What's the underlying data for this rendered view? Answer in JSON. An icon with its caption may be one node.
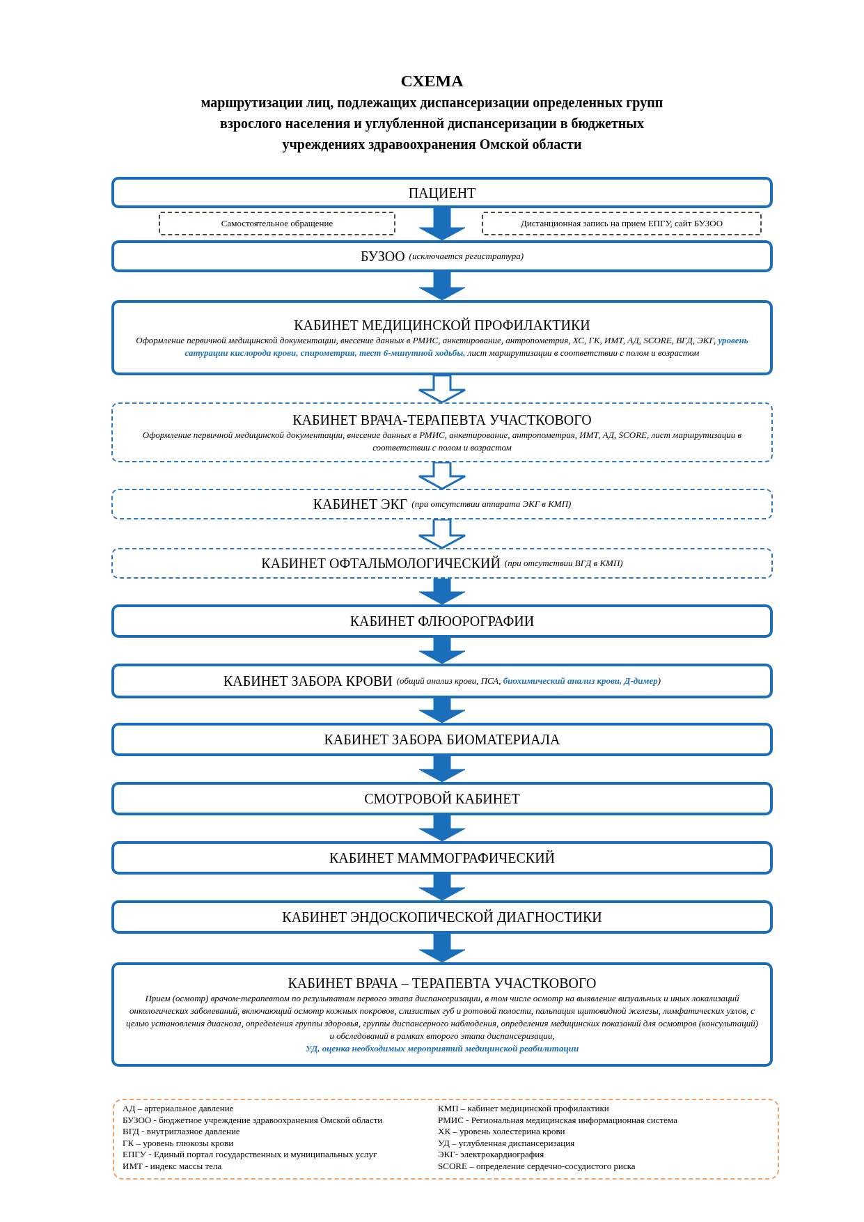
{
  "diagram": {
    "title": "СХЕМА",
    "labels": [
      "маршрутизации лиц, подлежащих диспансеризации определенных групп взрослого населения и углубленной диспансеризации в бюджетных учреждениях здравоохранения Омской области"
    ],
    "nodes": [
      {
        "text": [
          "ПАЦИЕНТ"
        ]
      },
      {
        "text": [
          "Самостоятельное обращение"
        ]
      },
      {
        "text": [
          "Дистанционная запись на прием ЕПГУ, сайт БУЗОО"
        ]
      },
      {
        "text": [
          "БУЗОО",
          "(исключается регистратура)"
        ]
      },
      {
        "text": [
          "КАБИНЕТ МЕДИЦИНСКОЙ ПРОФИЛАКТИКИ",
          "Оформление первичной медицинской документации, внесение данных в РМИС, анкетирование, антропометрия, ХС, ГК, ИМТ, АД, SCORE, ВГД, ЭКГ, **уровень сатурации кислорода крови, спирометрия, тест 6-минутной ходьбы,** лист маршрутизации в соответствии с полом и возрастом"
        ]
      },
      {
        "text": [
          "КАБИНЕТ ВРАЧА-ТЕРАПЕВТА УЧАСТКОВОГО",
          "Оформление первичной медицинской документации, внесение данных в РМИС, анкетирование, антропометрия, ИМТ, АД, SCORE, лист маршрутизации в соответствии с полом и возрастом"
        ]
      },
      {
        "text": [
          "КАБИНЕТ ЭКГ",
          "(при отсутствии аппарата ЭКГ в КМП)"
        ]
      },
      {
        "text": [
          "КАБИНЕТ ОФТАЛЬМОЛОГИЧЕСКИЙ",
          "(при отсутствии ВГД в КМП)"
        ]
      },
      {
        "text": [
          "КАБИНЕТ ФЛЮОРОГРАФИИ"
        ]
      },
      {
        "text": [
          "КАБИНЕТ ЗАБОРА КРОВИ",
          "(общий анализ крови, ПСА, **биохимический анализ крови, Д-димер**)"
        ]
      },
      {
        "text": [
          "КАБИНЕТ ЗАБОРА БИОМАТЕРИАЛА"
        ]
      },
      {
        "text": [
          "СМОТРОВОЙ КАБИНЕТ"
        ]
      },
      {
        "text": [
          "КАБИНЕТ МАММОГРАФИЧЕСКИЙ"
        ]
      },
      {
        "text": [
          "КАБИНЕТ ЭНДОСКОПИЧЕСКОЙ ДИАГНОСТИКИ"
        ]
      },
      {
        "text": [
          "КАБИНЕТ ВРАЧА – ТЕРАПЕВТА УЧАСТКОВОГО",
          "Прием (осмотр) врачом-терапевтом  по результатам  первого этапа диспансеризации, в том числе осмотр на выявление визуальных и иных локализаций онкологических заболеваний,  включающий осмотр кожных покровов, слизистых  губ и ротовой полости, пальпация щитовидной железы, лимфатических узлов, с целью установления диагноза,  определения группы здоровья, группы диспансерного наблюдения, определения медицинских показаний для осмотров (консультаций) и обследований в рамках второго этапа диспансеризации,",
          "УД, оценка необходимых мероприятий медицинской реабилитации"
        ]
      },
      {
        "text": [
          "АД – артериальное давление",
          "БУЗОО - бюджетное учреждение здравоохранения Омской области",
          "ВГД - внутриглазное давление",
          "ГК – уровень глюкозы крови",
          "ЕПГУ - Единый портал  государственных и муниципальных услуг",
          "ИМТ - индекс массы тела",
          "КМП – кабинет медицинской профилактики",
          "РМИС - Региональная медицинская информационная система",
          "ХК – уровень холестерина крови",
          "УД – углубленная диспансеризация",
          "ЭКГ- электрокардиография",
          "SCORE – определение сердечно-сосудистого риска"
        ]
      }
    ],
    "edges": [
      {
        "from": 0,
        "to": 3,
        "arrow": "to"
      },
      {
        "from": 3,
        "to": 4,
        "arrow": "to"
      },
      {
        "from": 4,
        "to": 5,
        "arrow": "to"
      },
      {
        "from": 5,
        "to": 6,
        "arrow": "to"
      },
      {
        "from": 6,
        "to": 7,
        "arrow": "to"
      },
      {
        "from": 7,
        "to": 8,
        "arrow": "to"
      },
      {
        "from": 8,
        "to": 9,
        "arrow": "to"
      },
      {
        "from": 9,
        "to": 10,
        "arrow": "to"
      },
      {
        "from": 10,
        "to": 11,
        "arrow": "to"
      },
      {
        "from": 11,
        "to": 12,
        "arrow": "to"
      },
      {
        "from": 12,
        "to": 13,
        "arrow": "to"
      },
      {
        "from": 13,
        "to": 14,
        "arrow": "to"
      }
    ]
  }
}
